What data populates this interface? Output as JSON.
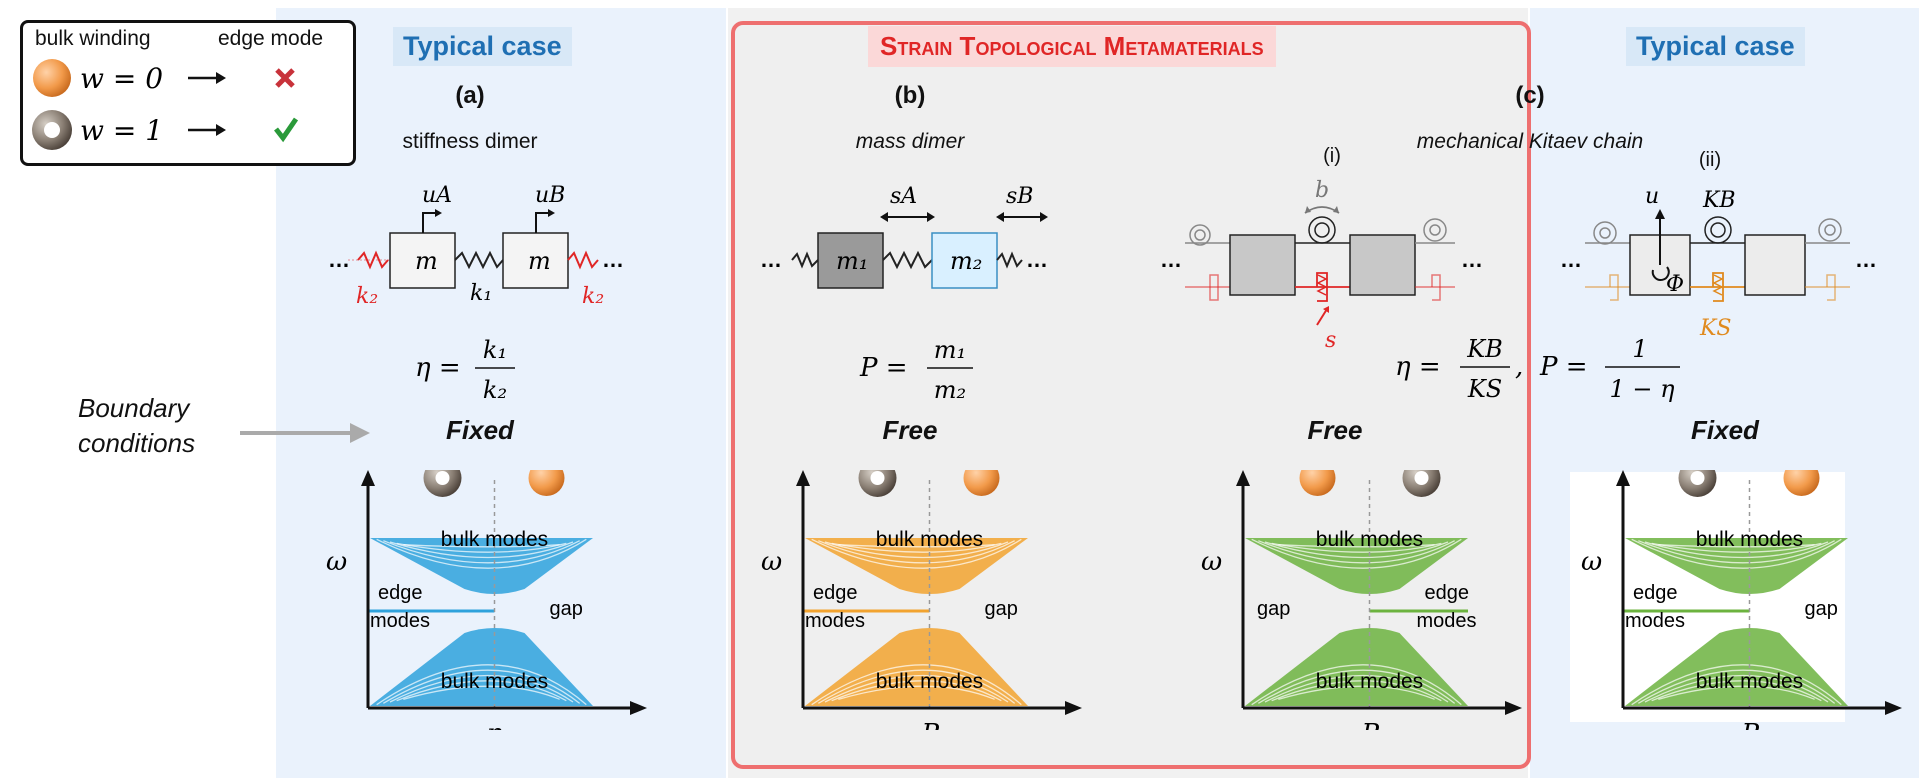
{
  "legend": {
    "col1": "bulk winding",
    "col2": "edge mode",
    "row1_label": "w = 0",
    "row2_label": "w = 1"
  },
  "center_title": "Strain Topological Metamaterials",
  "typical_left": "Typical case",
  "typical_right": "Typical case",
  "boundary_label_1": "Boundary",
  "boundary_label_2": "conditions",
  "panels": {
    "a": {
      "letter": "(a)",
      "name": "stiffness dimer",
      "eq_lhs": "η =",
      "eq_num": "k₁",
      "eq_den": "k₂",
      "bc": "Fixed",
      "labels": {
        "uA": "uA",
        "uB": "uB",
        "m1": "m",
        "m2": "m",
        "k1": "k₁",
        "k2l": "k₂",
        "k2r": "k₂"
      }
    },
    "b": {
      "letter": "(b)",
      "name": "mass dimer",
      "eq_lhs": "P =",
      "eq_num": "m₁",
      "eq_den": "m₂",
      "bc": "Free",
      "labels": {
        "sA": "sA",
        "sB": "sB",
        "m1": "m₁",
        "m2": "m₂"
      }
    },
    "c": {
      "letter": "(c)",
      "name": "mechanical Kitaev chain",
      "i": "(i)",
      "ii": "(ii)",
      "eq1_lhs": "η =",
      "eq1_num": "KB",
      "eq1_den": "KS",
      "eq2_lhs": "P =",
      "eq2_num": "1",
      "eq2_den": "1 − η",
      "bc_i": "Free",
      "bc_ii": "Fixed",
      "labels": {
        "b": "b",
        "s": "s",
        "u": "u",
        "KB": "KB",
        "KS": "KS",
        "phi": "Φ"
      }
    }
  },
  "plots": [
    {
      "id": "a",
      "color": "#2ea2dc",
      "yaxis": "ω",
      "xaxis": "η",
      "top": "bulk modes",
      "bottom": "bulk modes",
      "left1": "edge",
      "left2": "modes",
      "right1": "gap",
      "right2": "",
      "balls": [
        "torus",
        "sphere"
      ]
    },
    {
      "id": "b",
      "color": "#f2a32f",
      "yaxis": "ω",
      "xaxis": "P",
      "top": "bulk modes",
      "bottom": "bulk modes",
      "left1": "edge",
      "left2": "modes",
      "right1": "gap",
      "right2": "",
      "balls": [
        "torus",
        "sphere"
      ]
    },
    {
      "id": "ci",
      "color": "#6cb33f",
      "yaxis": "ω",
      "xaxis": "P",
      "top": "bulk modes",
      "bottom": "bulk modes",
      "left1": "gap",
      "left2": "",
      "right1": "edge",
      "right2": "modes",
      "balls": [
        "sphere",
        "torus"
      ]
    },
    {
      "id": "cii",
      "color": "#6cb33f",
      "yaxis": "ω",
      "xaxis": "P",
      "top": "bulk modes",
      "bottom": "bulk modes",
      "left1": "edge",
      "left2": "modes",
      "right1": "gap",
      "right2": "",
      "balls": [
        "torus",
        "sphere"
      ]
    }
  ],
  "colors": {
    "sphere": "#f29a4a",
    "torus": "#8a7f74",
    "red": "#e02626",
    "orange": "#e08a1e",
    "check": "#2a9a3a",
    "cross": "#c8323a",
    "frame": "#ee6f6f"
  }
}
